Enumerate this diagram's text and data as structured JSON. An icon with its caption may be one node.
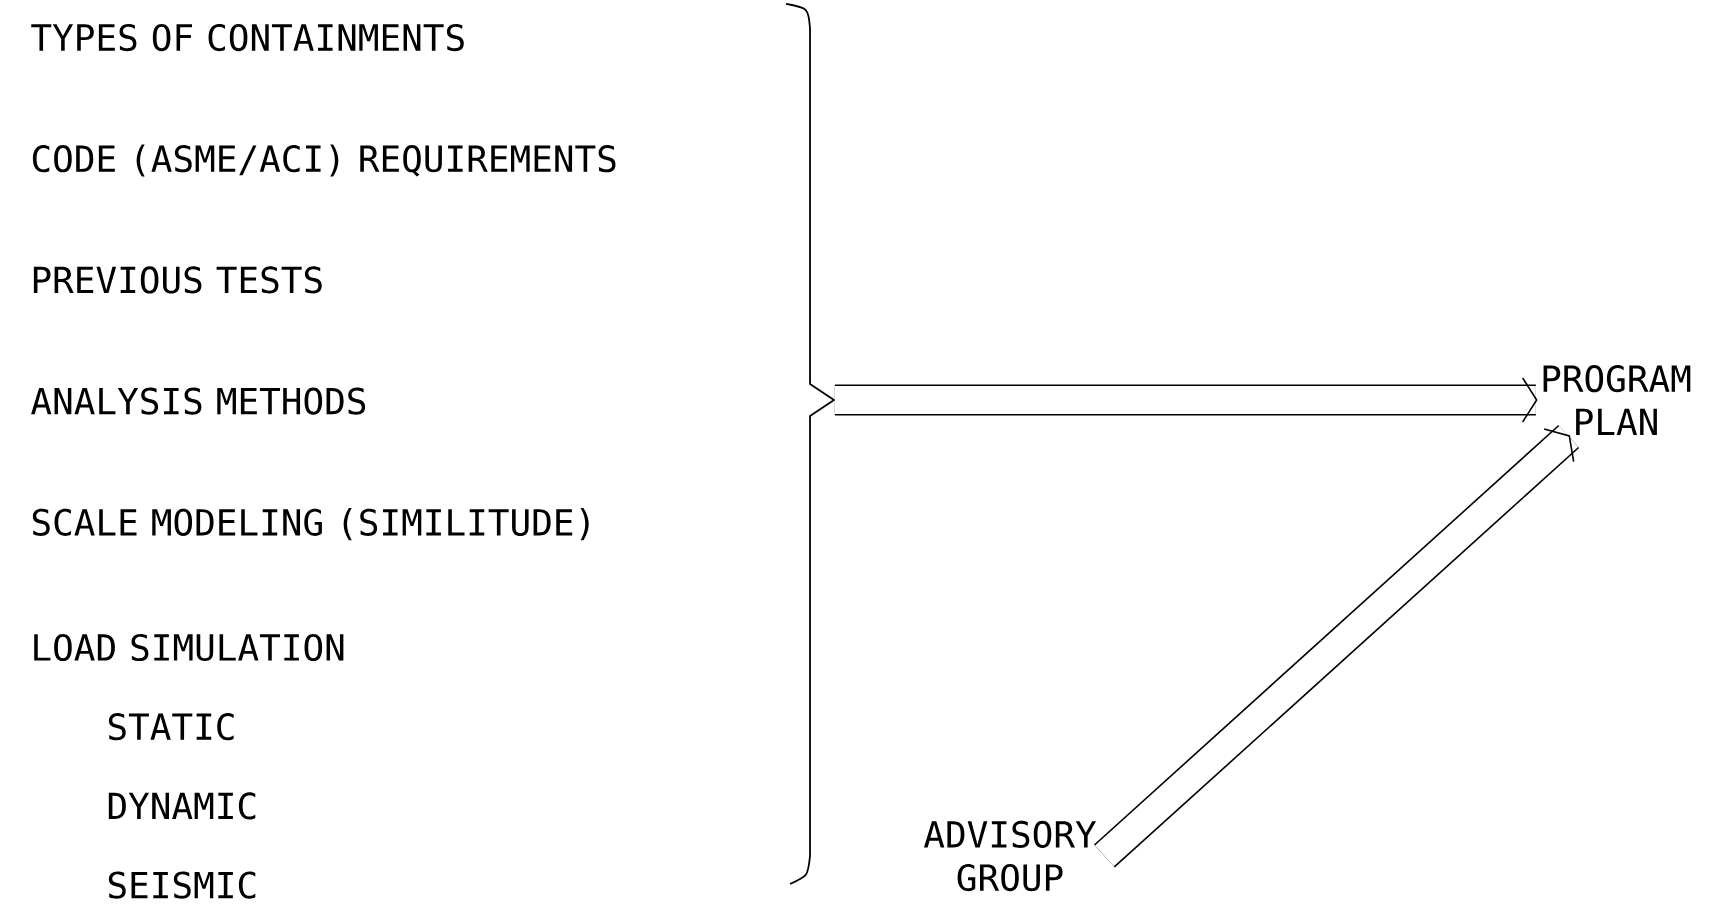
{
  "diagram": {
    "nodes": [
      {
        "text": [
          "TYPES OF CONTAINMENTS",
          "CODE (ASME/ACI) REQUIREMENTS",
          "PREVIOUS TESTS",
          "ANALYSIS METHODS",
          "SCALE MODELING (SIMILITUDE)",
          "LOAD SIMULATION",
          "STATIC",
          "DYNAMIC",
          "SEISMIC"
        ]
      },
      {
        "text": [
          "PROGRAM PLAN"
        ]
      },
      {
        "text": [
          "ADVISORY GROUP"
        ]
      }
    ],
    "edges": [
      {
        "from": 0,
        "to": 1,
        "arrow": "to"
      },
      {
        "from": 2,
        "to": 1,
        "arrow": "to"
      }
    ]
  }
}
